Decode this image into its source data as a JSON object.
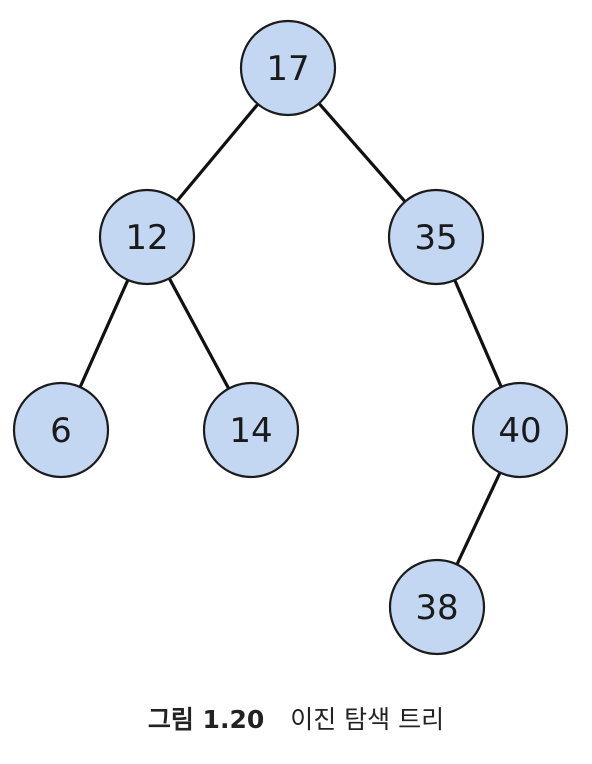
{
  "colors": {
    "node_fill": "#c3d7f3",
    "node_stroke": "#1b1b1b",
    "edge": "#111111"
  },
  "tree": {
    "nodes": [
      {
        "id": "n17",
        "label": "17"
      },
      {
        "id": "n12",
        "label": "12"
      },
      {
        "id": "n35",
        "label": "35"
      },
      {
        "id": "n6",
        "label": "6"
      },
      {
        "id": "n14",
        "label": "14"
      },
      {
        "id": "n40",
        "label": "40"
      },
      {
        "id": "n38",
        "label": "38"
      }
    ],
    "edges": [
      {
        "from": "n17",
        "to": "n12"
      },
      {
        "from": "n17",
        "to": "n35"
      },
      {
        "from": "n12",
        "to": "n6"
      },
      {
        "from": "n12",
        "to": "n14"
      },
      {
        "from": "n35",
        "to": "n40"
      },
      {
        "from": "n40",
        "to": "n38"
      }
    ]
  },
  "caption": {
    "figure_number": "그림 1.20",
    "text": "이진 탐색 트리"
  }
}
